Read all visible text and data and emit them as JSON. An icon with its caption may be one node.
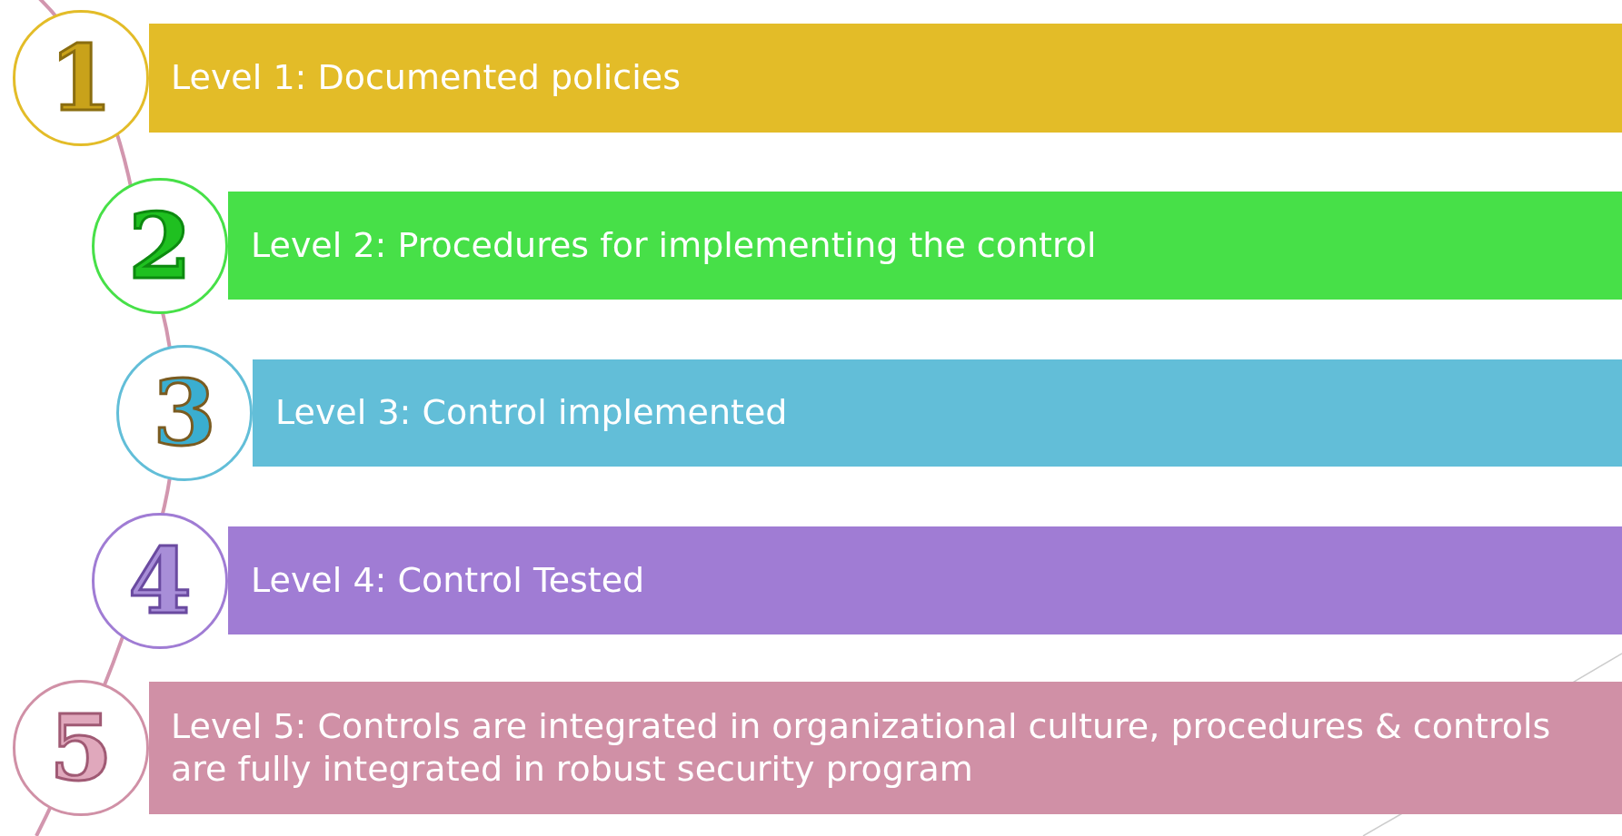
{
  "diagram": {
    "nodes": [
      {
        "text": [
          "1"
        ]
      },
      {
        "text": [
          "Level 1: Documented policies"
        ]
      },
      {
        "text": [
          "2"
        ]
      },
      {
        "text": [
          "Level 2: Procedures for implementing the control"
        ]
      },
      {
        "text": [
          "3"
        ]
      },
      {
        "text": [
          "Level 3: Control implemented"
        ]
      },
      {
        "text": [
          "4"
        ]
      },
      {
        "text": [
          "Level 4: Control Tested"
        ]
      },
      {
        "text": [
          "5"
        ]
      },
      {
        "text": [
          "Level 5: Controls are integrated in organizational culture, procedures & controls are fully integrated in robust security program"
        ]
      }
    ]
  }
}
